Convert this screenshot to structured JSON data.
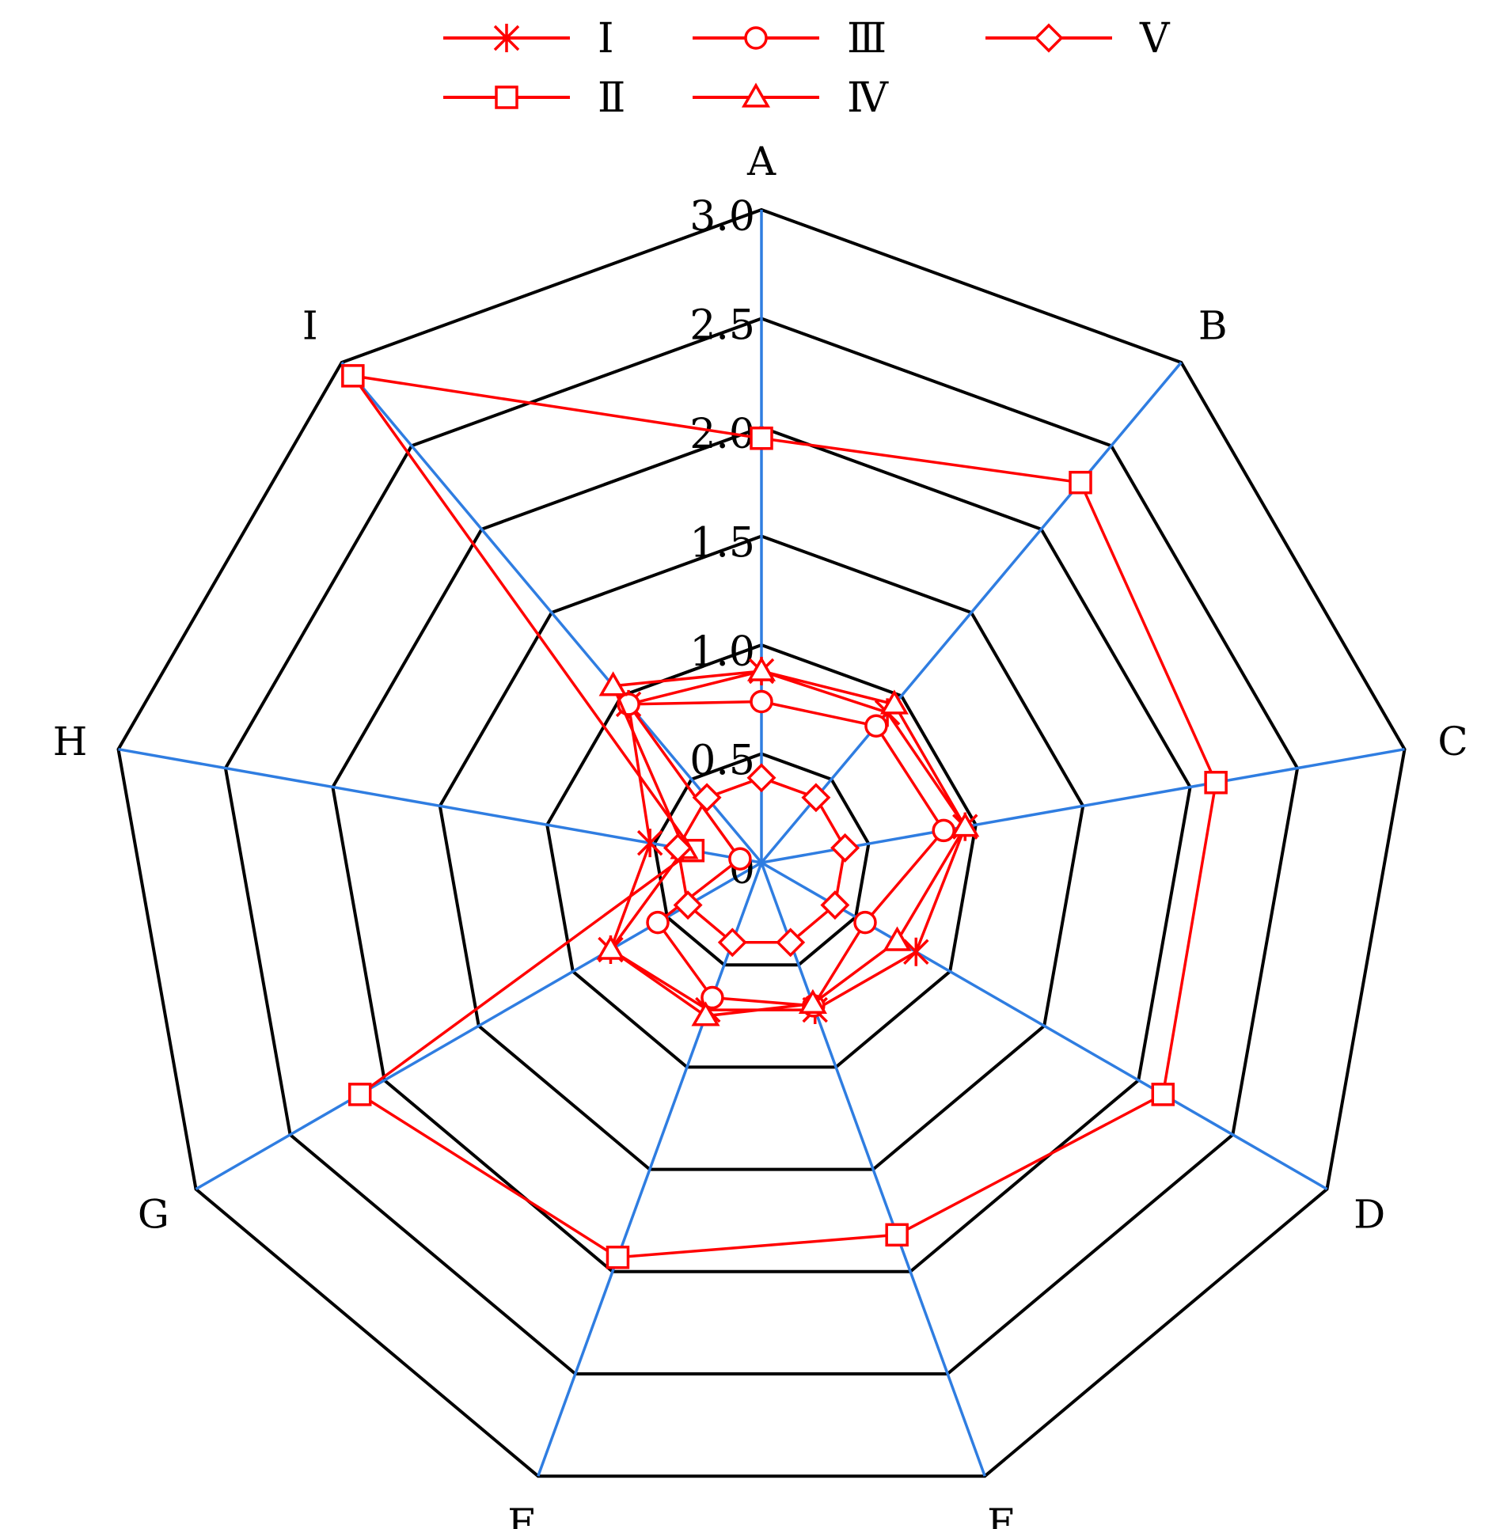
{
  "chart_data": {
    "type": "radar",
    "categories": [
      "A",
      "B",
      "C",
      "D",
      "E",
      "F",
      "G",
      "H",
      "I"
    ],
    "rlim": [
      0,
      3.0
    ],
    "ticks": [
      "0",
      "0.5",
      "1.0",
      "1.5",
      "2.0",
      "2.5",
      "3.0"
    ],
    "tick_values": [
      0,
      0.5,
      1.0,
      1.5,
      2.0,
      2.5,
      3.0
    ],
    "legend_position": "top",
    "colors": {
      "grid": "#000000",
      "spokes": "#2f7de1",
      "series": "#ff0000"
    },
    "series": [
      {
        "name": "Ⅰ",
        "marker": "asterisk",
        "values": [
          0.88,
          0.9,
          0.95,
          0.82,
          0.72,
          0.72,
          0.8,
          0.52,
          0.95
        ]
      },
      {
        "name": "Ⅱ",
        "marker": "square",
        "values": [
          1.95,
          2.28,
          2.12,
          2.13,
          1.82,
          1.93,
          2.13,
          0.32,
          2.92
        ]
      },
      {
        "name": "Ⅲ",
        "marker": "circle",
        "values": [
          0.74,
          0.82,
          0.85,
          0.55,
          0.7,
          0.66,
          0.55,
          0.1,
          0.95
        ]
      },
      {
        "name": "Ⅳ",
        "marker": "triangle",
        "values": [
          0.88,
          0.95,
          0.95,
          0.72,
          0.69,
          0.75,
          0.8,
          0.36,
          1.06
        ]
      },
      {
        "name": "Ⅴ",
        "marker": "diamond",
        "values": [
          0.39,
          0.39,
          0.39,
          0.39,
          0.39,
          0.39,
          0.39,
          0.39,
          0.39
        ]
      }
    ]
  }
}
